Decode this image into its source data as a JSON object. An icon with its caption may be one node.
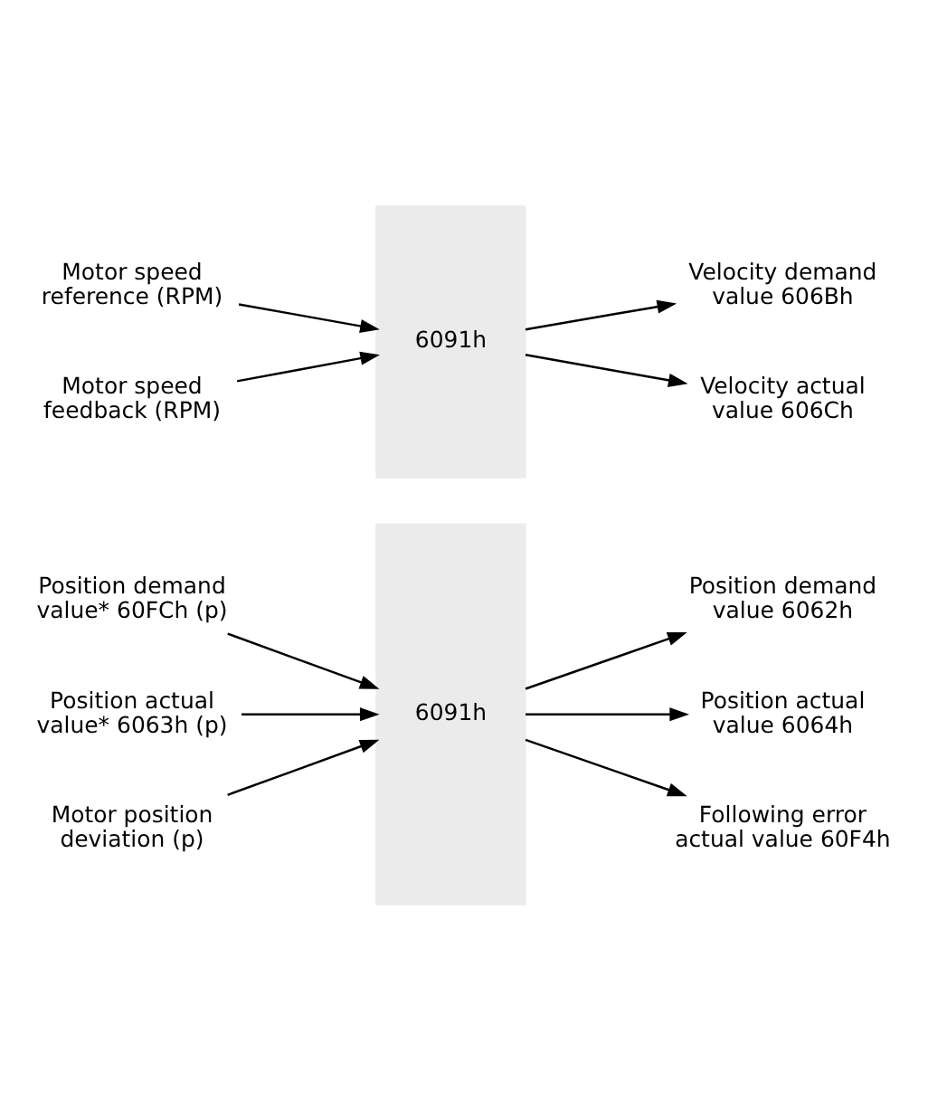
{
  "diagram": {
    "nodes": [
      {
        "text": [
          "Position demand value* 60FCh (p)"
        ]
      },
      {
        "text": [
          "Position demand value 6062h"
        ]
      },
      {
        "text": [
          "Position actual value* 6063h (p)"
        ]
      },
      {
        "text": [
          "6091h"
        ]
      },
      {
        "text": [
          "Position actual value 6064h"
        ]
      },
      {
        "text": [
          "Motor position deviation (p)"
        ]
      },
      {
        "text": [
          "Following error actual value 60F4h"
        ]
      },
      {
        "text": [
          "Motor speed reference (RPM)"
        ]
      },
      {
        "text": [
          "Velocity demand value 606Bh"
        ]
      },
      {
        "text": [
          "Motor speed feedback (RPM)"
        ]
      },
      {
        "text": [
          "6091h"
        ]
      },
      {
        "text": [
          "Velocity actual value 606Ch"
        ]
      }
    ],
    "edges": [
      {
        "from": 0,
        "to": 3,
        "arrow": "to"
      },
      {
        "from": 2,
        "to": 3,
        "arrow": "to"
      },
      {
        "from": 5,
        "to": 3,
        "arrow": "to"
      },
      {
        "from": 3,
        "to": 1,
        "arrow": "to"
      },
      {
        "from": 3,
        "to": 4,
        "arrow": "to"
      },
      {
        "from": 3,
        "to": 6,
        "arrow": "to"
      },
      {
        "from": 7,
        "to": 10,
        "arrow": "to"
      },
      {
        "from": 9,
        "to": 10,
        "arrow": "to"
      },
      {
        "from": 10,
        "to": 8,
        "arrow": "to"
      },
      {
        "from": 10,
        "to": 11,
        "arrow": "to"
      }
    ]
  }
}
